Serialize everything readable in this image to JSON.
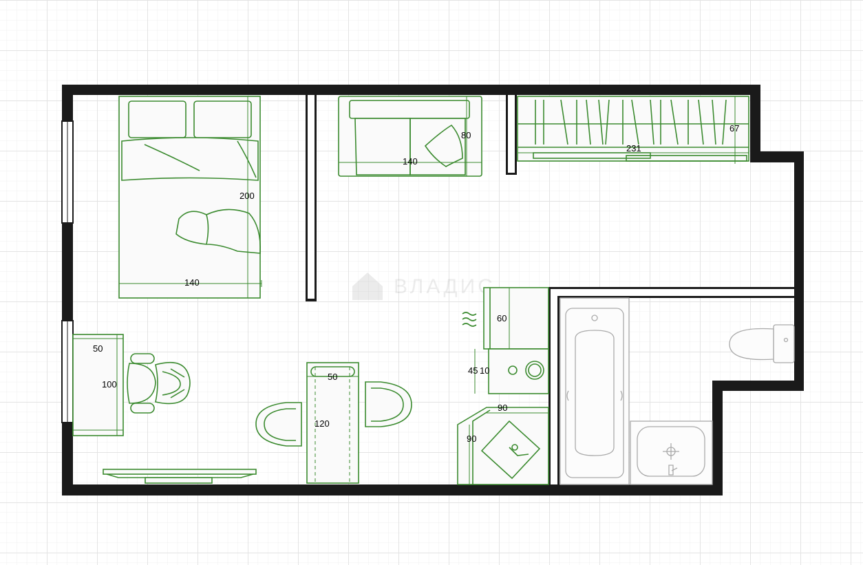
{
  "watermark": "ВЛАДИС",
  "dimensions": {
    "bed_width": "140",
    "bed_length": "200",
    "sofa_width": "140",
    "sofa_depth": "80",
    "wardrobe_width": "231",
    "wardrobe_depth": "67",
    "desk_depth": "50",
    "desk_width": "100",
    "table_width": "50",
    "table_length": "120",
    "fridge_depth": "60",
    "washer_width": "45",
    "washer_gap": "10",
    "corner_width": "90",
    "corner_depth": "90"
  },
  "colors": {
    "walls": "#1a1a1a",
    "furniture": "#3a8a2e",
    "bathroom_fixtures": "#a9a9a9",
    "grid": "#e6e6e6"
  }
}
